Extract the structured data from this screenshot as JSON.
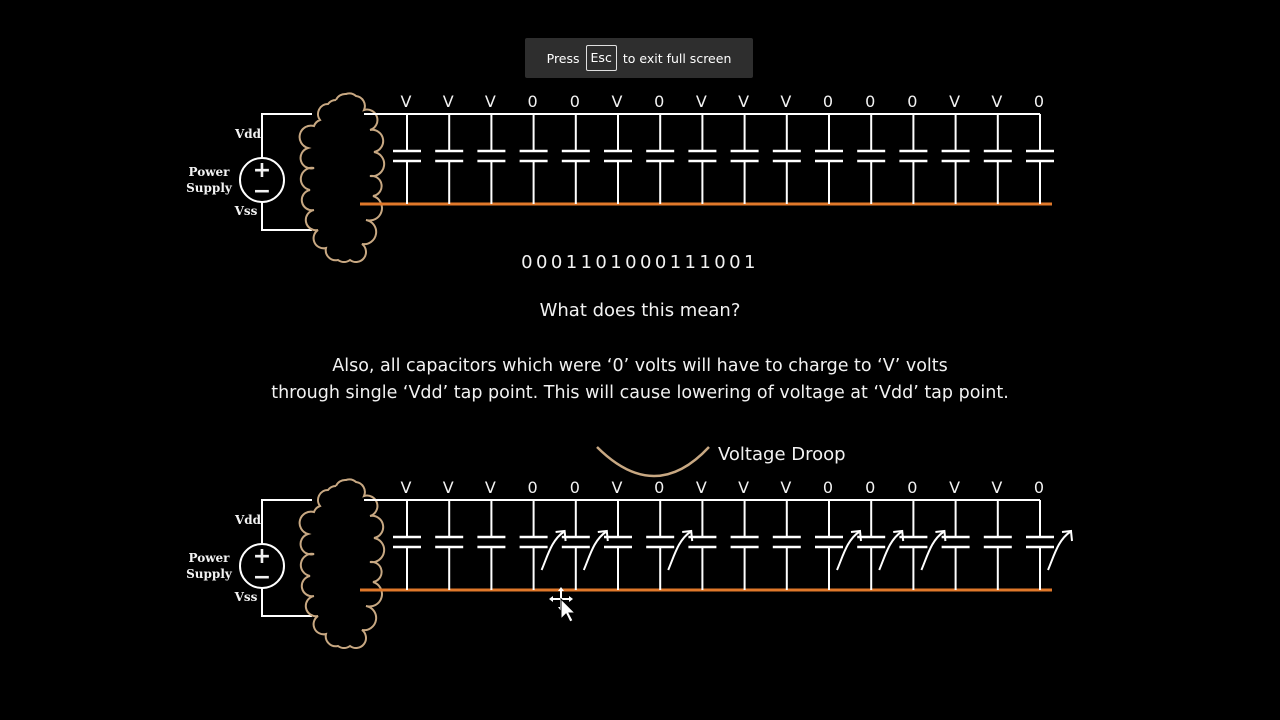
{
  "fullscreen_notice": {
    "press": "Press",
    "key": "Esc",
    "rest": "to exit full screen"
  },
  "slide": {
    "circuit_labels": {
      "vdd": "Vdd",
      "vss": "Vss",
      "power": "Power",
      "supply": "Supply",
      "plus": "+",
      "minus": "−"
    },
    "top_capacitor_labels": [
      "V",
      "V",
      "V",
      "0",
      "0",
      "V",
      "0",
      "V",
      "V",
      "V",
      "0",
      "0",
      "0",
      "V",
      "V",
      "0"
    ],
    "bottom_capacitor_labels": [
      "V",
      "V",
      "V",
      "0",
      "0",
      "V",
      "0",
      "V",
      "V",
      "V",
      "0",
      "0",
      "0",
      "V",
      "V",
      "0"
    ],
    "bits": "0001101000111001",
    "question": "What does this mean?",
    "explanation_line1": "Also, all capacitors which were ‘0’ volts will have to charge to ‘V’ volts",
    "explanation_line2": "through single ‘Vdd’ tap point. This will cause lowering of voltage at ‘Vdd’ tap point.",
    "droop_label": "Voltage Droop"
  },
  "colors": {
    "background": "#000000",
    "wire": "#ffffff",
    "ground_rail": "#e0782a",
    "cloud": "#c8a882",
    "notice_bg": "#2e2e2e"
  },
  "icons": {
    "cursor": "move-cursor-icon",
    "source": "voltage-source-icon",
    "arrow": "charging-arrow-icon"
  }
}
